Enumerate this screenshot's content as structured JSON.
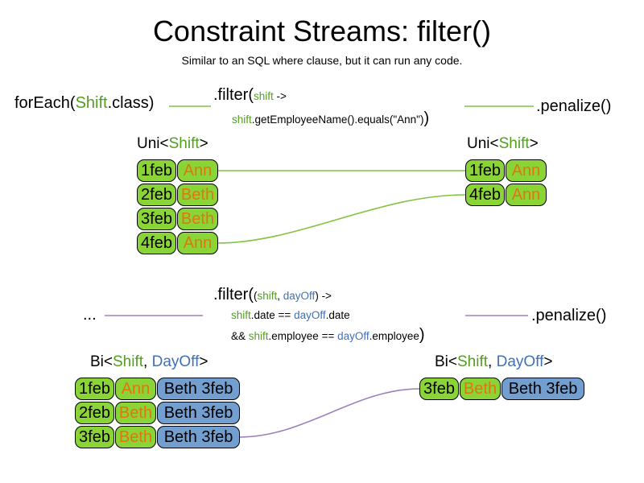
{
  "title": "Constraint Streams: filter()",
  "subtitle": "Similar to an SQL where clause, but it can run any code.",
  "colors": {
    "green_fill": "#8BD437",
    "blue_fill": "#729FCF",
    "green_text": "#539E21",
    "blue_text": "#4270B5",
    "orange_text": "#E0760E",
    "line_green": "#82C341",
    "line_purple": "#9D80BC"
  },
  "code_top": {
    "foreach_tokens": [
      {
        "t": "forEach(",
        "c": "black",
        "s": "big"
      },
      {
        "t": "Shift",
        "c": "green",
        "s": "big"
      },
      {
        "t": ".class)",
        "c": "black",
        "s": "big"
      }
    ],
    "filter_line1_tokens": [
      {
        "t": ".filter(",
        "c": "black",
        "s": "big"
      },
      {
        "t": "shift",
        "c": "green",
        "s": "small"
      },
      {
        "t": " ->",
        "c": "black",
        "s": "small"
      }
    ],
    "filter_line2_tokens": [
      {
        "t": "shift",
        "c": "green",
        "s": "small"
      },
      {
        "t": ".getEmployeeName().equals(\"Ann\")",
        "c": "black",
        "s": "small"
      },
      {
        "t": ")",
        "c": "black",
        "s": "big"
      }
    ],
    "penalize_label": ".penalize()"
  },
  "code_mid": {
    "ellipsis_label": "...",
    "filter_line1_tokens": [
      {
        "t": ".filter(",
        "c": "black",
        "s": "big"
      },
      {
        "t": "(",
        "c": "black",
        "s": "small"
      },
      {
        "t": "shift",
        "c": "green",
        "s": "small"
      },
      {
        "t": ", ",
        "c": "black",
        "s": "small"
      },
      {
        "t": "dayOff",
        "c": "blue",
        "s": "small"
      },
      {
        "t": ")",
        "c": "black",
        "s": "small"
      },
      {
        "t": " ->",
        "c": "black",
        "s": "small"
      }
    ],
    "filter_line2_tokens": [
      {
        "t": "shift",
        "c": "green",
        "s": "small"
      },
      {
        "t": ".date == ",
        "c": "black",
        "s": "small"
      },
      {
        "t": "dayOff",
        "c": "blue",
        "s": "small"
      },
      {
        "t": ".date",
        "c": "black",
        "s": "small"
      }
    ],
    "filter_line3_tokens": [
      {
        "t": "&& ",
        "c": "black",
        "s": "small"
      },
      {
        "t": "shift",
        "c": "green",
        "s": "small"
      },
      {
        "t": ".employee == ",
        "c": "black",
        "s": "small"
      },
      {
        "t": "dayOff",
        "c": "blue",
        "s": "small"
      },
      {
        "t": ".employee",
        "c": "black",
        "s": "small"
      },
      {
        "t": ")",
        "c": "black",
        "s": "big"
      }
    ],
    "penalize_label": ".penalize()"
  },
  "labels": {
    "uni_tokens": [
      {
        "t": "Uni<",
        "c": "black"
      },
      {
        "t": "Shift",
        "c": "green"
      },
      {
        "t": ">",
        "c": "black"
      }
    ],
    "bi_tokens": [
      {
        "t": "Bi<",
        "c": "black"
      },
      {
        "t": "Shift",
        "c": "green"
      },
      {
        "t": ", ",
        "c": "black"
      },
      {
        "t": "DayOff",
        "c": "blue"
      },
      {
        "t": ">",
        "c": "black"
      }
    ]
  },
  "tables": {
    "top_left": {
      "rows": [
        [
          {
            "t": "1feb",
            "bg": "green",
            "fg": "black"
          },
          {
            "t": "Ann",
            "bg": "green",
            "fg": "orange"
          }
        ],
        [
          {
            "t": "2feb",
            "bg": "green",
            "fg": "black"
          },
          {
            "t": "Beth",
            "bg": "green",
            "fg": "orange"
          }
        ],
        [
          {
            "t": "3feb",
            "bg": "green",
            "fg": "black"
          },
          {
            "t": "Beth",
            "bg": "green",
            "fg": "orange"
          }
        ],
        [
          {
            "t": "4feb",
            "bg": "green",
            "fg": "black"
          },
          {
            "t": "Ann",
            "bg": "green",
            "fg": "orange"
          }
        ]
      ]
    },
    "top_right": {
      "rows": [
        [
          {
            "t": "1feb",
            "bg": "green",
            "fg": "black"
          },
          {
            "t": "Ann",
            "bg": "green",
            "fg": "orange"
          }
        ],
        [
          {
            "t": "4feb",
            "bg": "green",
            "fg": "black"
          },
          {
            "t": "Ann",
            "bg": "green",
            "fg": "orange"
          }
        ]
      ]
    },
    "bottom_left": {
      "rows": [
        [
          {
            "t": "1feb",
            "bg": "green",
            "fg": "black"
          },
          {
            "t": "Ann",
            "bg": "green",
            "fg": "orange"
          },
          {
            "t": "Beth 3feb",
            "bg": "blue",
            "fg": "black"
          }
        ],
        [
          {
            "t": "2feb",
            "bg": "green",
            "fg": "black"
          },
          {
            "t": "Beth",
            "bg": "green",
            "fg": "orange"
          },
          {
            "t": "Beth 3feb",
            "bg": "blue",
            "fg": "black"
          }
        ],
        [
          {
            "t": "3feb",
            "bg": "green",
            "fg": "black"
          },
          {
            "t": "Beth",
            "bg": "green",
            "fg": "orange"
          },
          {
            "t": "Beth 3feb",
            "bg": "blue",
            "fg": "black"
          }
        ]
      ]
    },
    "bottom_right": {
      "rows": [
        [
          {
            "t": "3feb",
            "bg": "green",
            "fg": "black"
          },
          {
            "t": "Beth",
            "bg": "green",
            "fg": "orange"
          },
          {
            "t": "Beth 3feb",
            "bg": "blue",
            "fg": "black"
          }
        ]
      ]
    }
  }
}
